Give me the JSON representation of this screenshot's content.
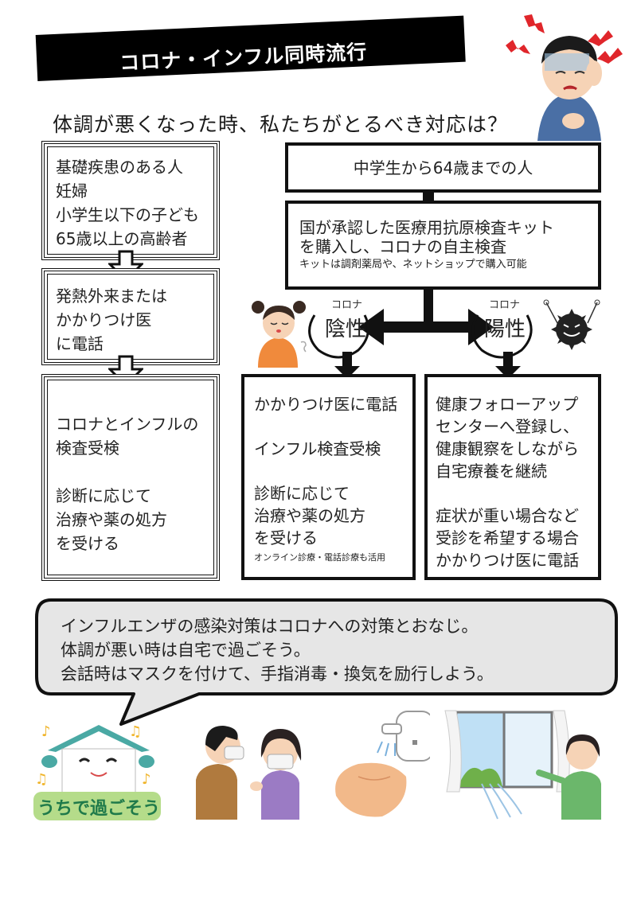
{
  "header": {
    "banner_title": "コロナ・インフル同時流行",
    "subtitle": "体調が悪くなった時、私たちがとるべき対応は？"
  },
  "left_column": {
    "box1": {
      "lines": "基礎疾患のある人\n妊婦\n小学生以下の子ども\n65歳以上の高齢者"
    },
    "box2": {
      "lines": "発熱外来または\nかかりつけ医\nに電話"
    },
    "box3": {
      "lines": "コロナとインフルの\n検査受検\n\n診断に応じて\n治療や薬の処方\nを受ける"
    }
  },
  "right_column": {
    "top_box": {
      "text": "中学生から64歳までの人"
    },
    "kit_box": {
      "lines": "国が承認した医療用抗原検査キット\nを購入し、コロナの自主検査",
      "note": "キットは調剤薬局や、ネットショップで購入可能"
    },
    "negative": {
      "small_label": "コロナ",
      "label": "陰性"
    },
    "positive": {
      "small_label": "コロナ",
      "label": "陽性"
    },
    "negative_box": {
      "lines": "かかりつけ医に電話\n\nインフル検査受検\n\n診断に応じて\n治療や薬の処方\nを受ける",
      "note": "オンライン診療・電話診療も活用"
    },
    "positive_box": {
      "lines": "健康フォローアップ\nセンターへ登録し、\n健康観察をしながら\n自宅療養を継続\n\n症状が重い場合など\n受診を希望する場合\nかかりつけ医に電話"
    }
  },
  "speech_bubble": {
    "lines": "インフルエンザの感染対策はコロナへの対策とおなじ。\n体調が悪い時は自宅で過ごそう。\n会話時はマスクを付けて、手指消毒・換気を励行しよう。"
  },
  "illustrations": {
    "stay_home_label": "うちで過ごそう"
  },
  "colors": {
    "banner_bg": "#000000",
    "bubble_fill": "#e6e6e6",
    "stay_home_label_bg": "#b5dc8a",
    "stay_home_label_text": "#1f7a4a",
    "house_roof": "#4aa9a4",
    "music_note": "#f0b429",
    "sick_sweater": "#4a6fa5",
    "girl_shirt": "#f08a3c",
    "virus": "#222222"
  }
}
